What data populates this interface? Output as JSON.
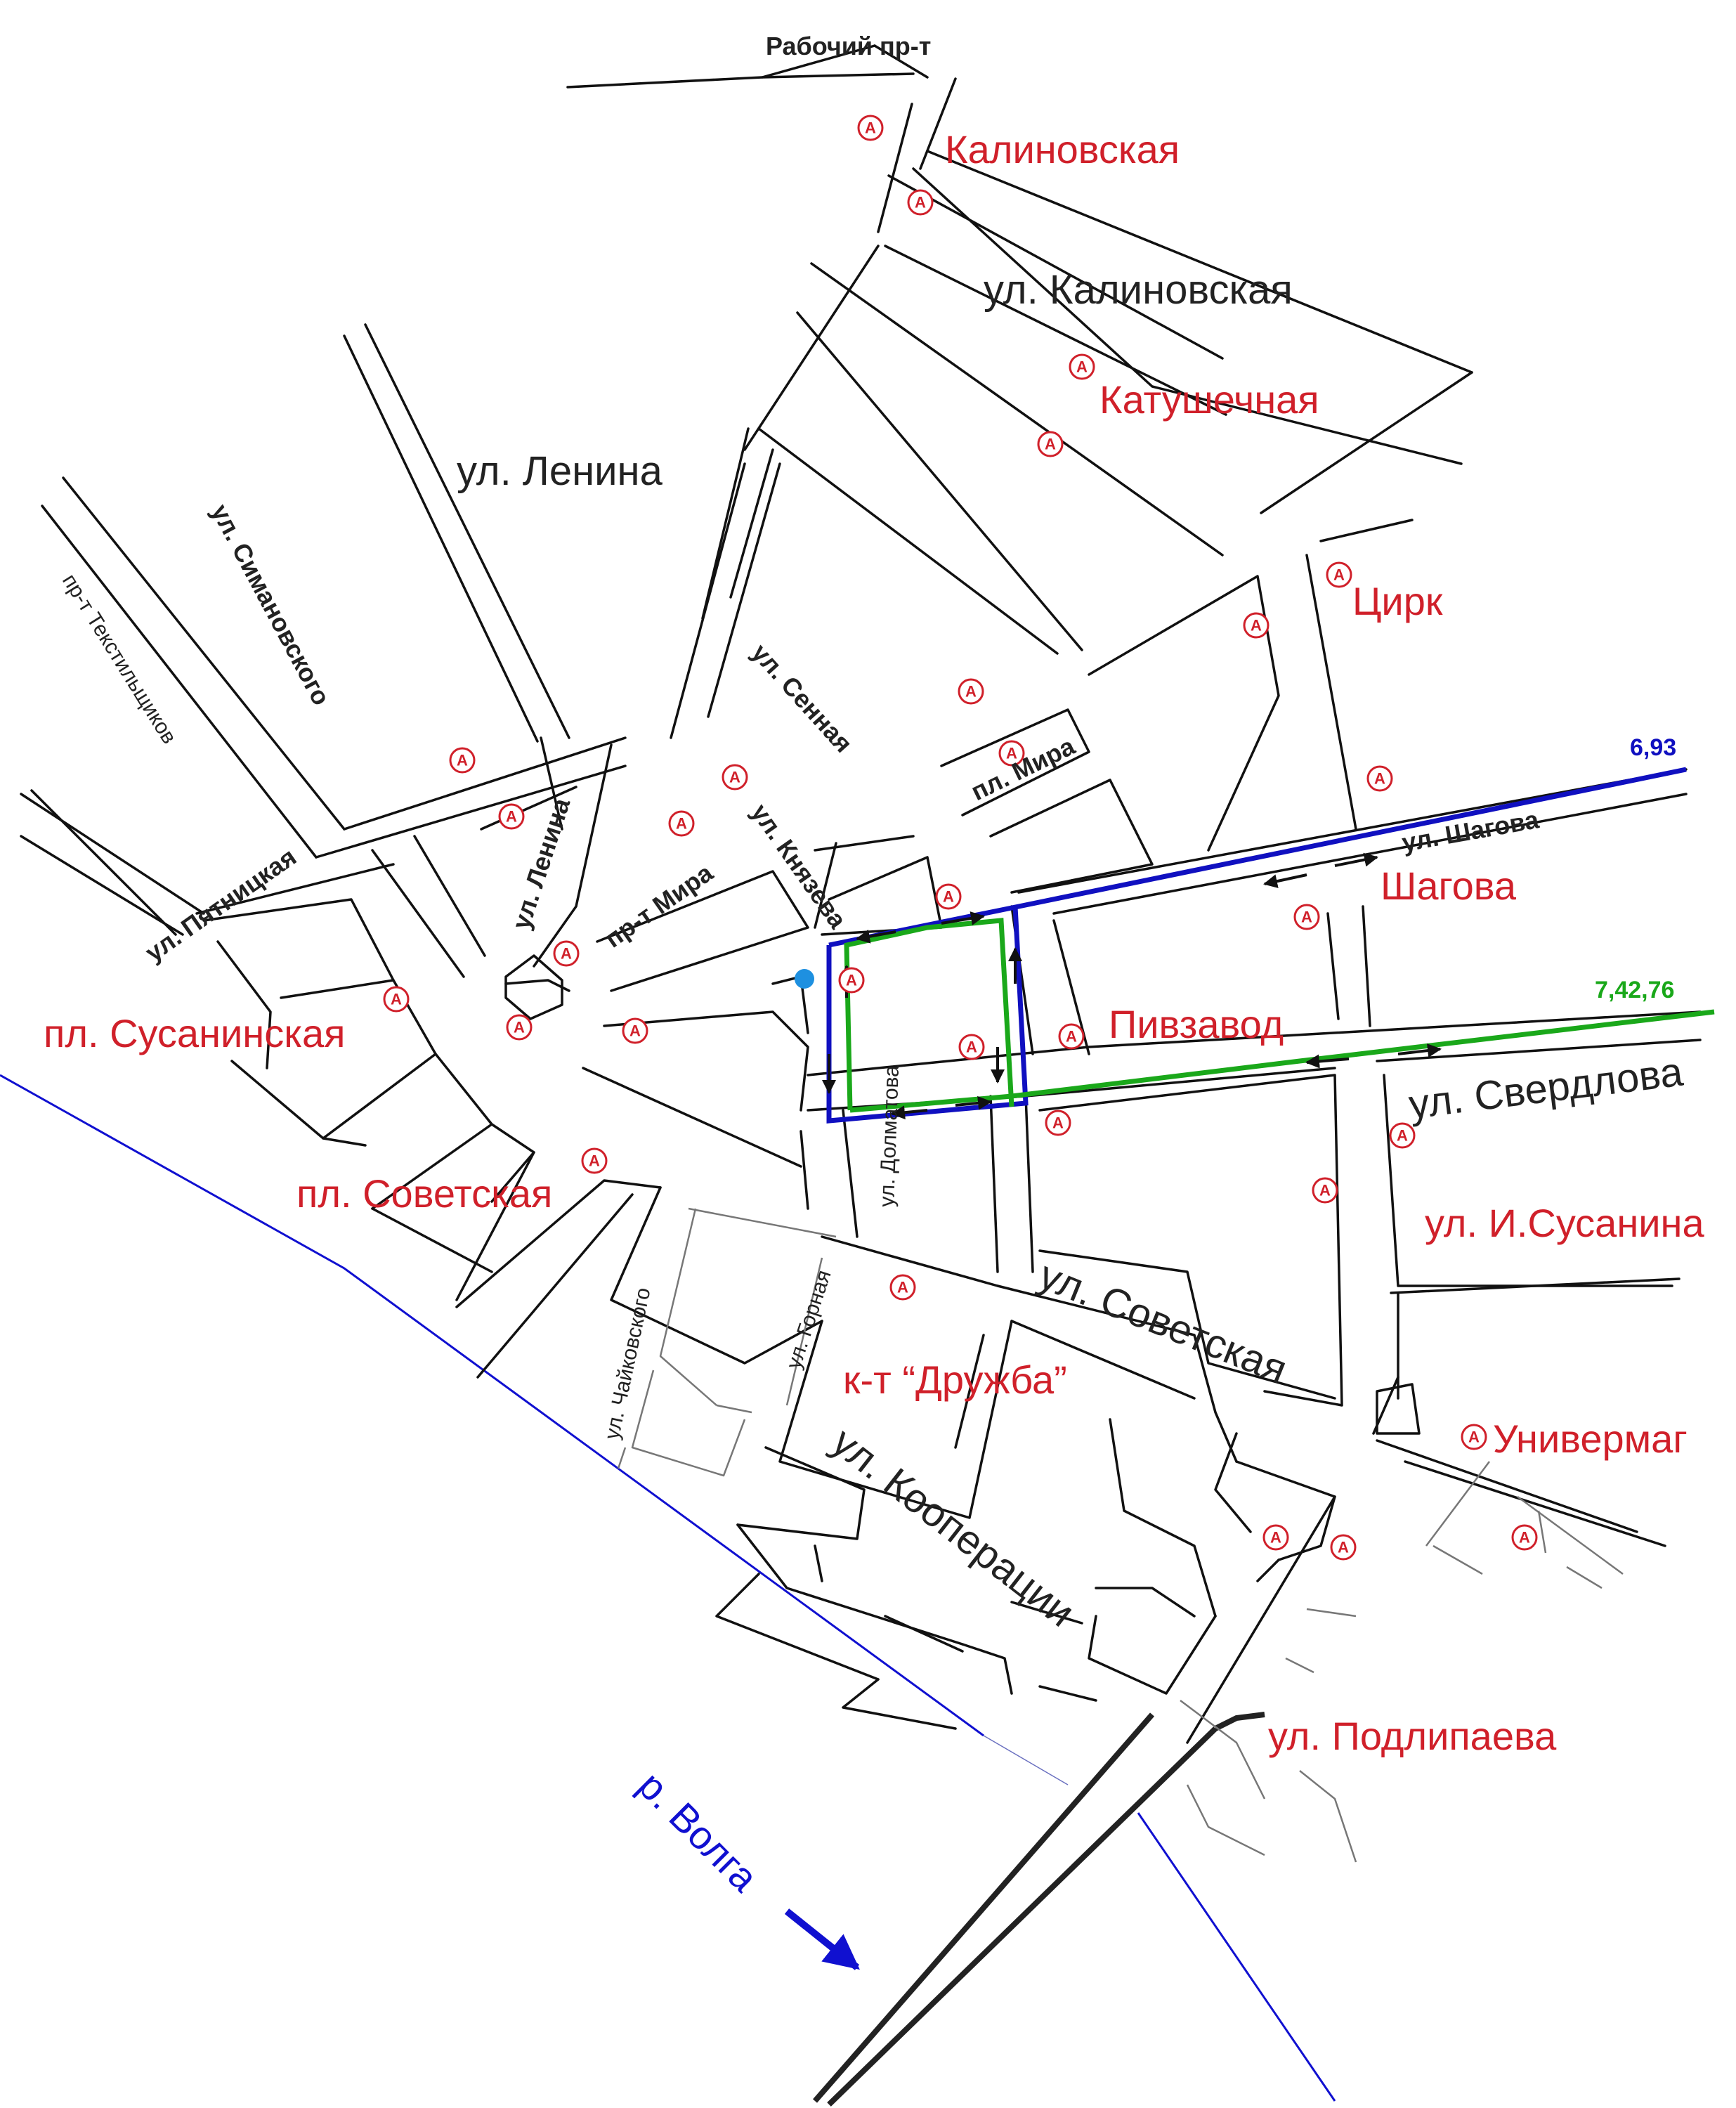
{
  "streets": {
    "rabochiy": "Рабочий пр-т",
    "kalinovskaya": "ул. Калиновская",
    "lenina_main": "ул. Ленина",
    "simanovskogo": "ул. Симановского",
    "tekstilshchikov": "пр-т Текстильщиков",
    "pyatnitskaya": "ул. Пятницкая",
    "lenina_small": "ул. Ленина",
    "prospekt_mira": "пр-т Мира",
    "sennaya": "ул. Сенная",
    "knyazeva": "ул. Князева",
    "pl_mira": "пл. Мира",
    "shagova": "ул. Шагова",
    "sverdlova": "ул. Свердлова",
    "dolmatova": "ул. Долматова",
    "sovetskaya": "ул. Советская",
    "chaykovskogo": "ул. Чайковского",
    "gornaya": "ул. Горная",
    "kooperatsii": "ул. Кооперации"
  },
  "stops": {
    "kalinovskaya": "Калиновская",
    "katushechnaya": "Катушечная",
    "tsirk": "Цирк",
    "shagova": "Шагова",
    "pivzavod": "Пивзавод",
    "pl_susaninskaya": "пл. Сусанинская",
    "pl_sovetskaya": "пл. Советская",
    "druzhba": "к-т “Дружба”",
    "i_susanina": "ул. И.Сусанина",
    "univermag": "Универмаг",
    "podlipaeva": "ул. Подлипаева"
  },
  "river": {
    "label": "р. Волга"
  },
  "routes": {
    "blue": {
      "label": "6,93",
      "color": "#1010c0"
    },
    "green": {
      "label": "7,42,76",
      "color": "#1aa81a"
    }
  },
  "colors": {
    "stop_text": "#d0202a",
    "river": "#1010d0",
    "you_are_here": "#1e90e0"
  },
  "icons": {
    "bus_stop": "bus-stop-icon",
    "bus_glyph": "A"
  }
}
